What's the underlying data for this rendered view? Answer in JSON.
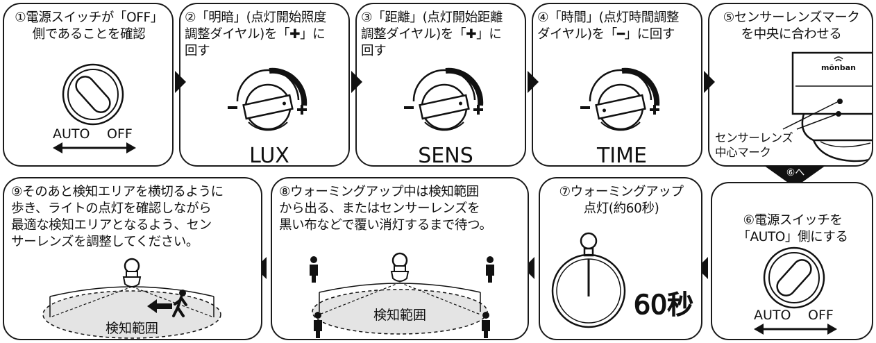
{
  "steps": [
    {
      "text": "①電源スイッチが「OFF」\n側であることを確認",
      "switch_left": "AUTO",
      "switch_right": "OFF"
    },
    {
      "text": "②「明暗」(点灯開始照度\n調整ダイヤル)を「✚」に\n回す",
      "dial_label": "LUX"
    },
    {
      "text": "③「距離」(点灯開始距離\n調整ダイヤル)を「✚」に\n回す",
      "dial_label": "SENS"
    },
    {
      "text": "④「時間」(点灯時間調整\nダイヤル)を「━」に回す",
      "dial_label": "TIME"
    },
    {
      "text": "⑤センサーレンズマーク\nを中央に合わせる",
      "brand": "mōnban",
      "mark_label": "センサーレンズ\n中心マーク"
    },
    {
      "text": "⑥電源スイッチを\n「AUTO」側にする",
      "switch_left": "AUTO",
      "switch_right": "OFF"
    },
    {
      "text": "⑦ウォーミングアップ\n点灯(約60秒)",
      "timer_label": "60秒"
    },
    {
      "text": "⑧ウォーミングアップ中は検知範囲\nから出る、またはセンサーレンズを\n黒い布などで覆い消灯するまで待つ。",
      "zone_label": "検知範囲"
    },
    {
      "text": "⑨そのあと検知エリアを横切るように\n歩き、ライトの点灯を確認しながら\n最適な検知エリアとなるよう、セン\nサーレンズを調整してください。",
      "zone_label": "検知範囲"
    }
  ],
  "connector_label": "⑥へ",
  "icons": [
    "switch-dial-icon",
    "adjust-dial-icon",
    "sensor-light-icon",
    "stopwatch-icon",
    "person-icon",
    "walking-person-icon",
    "left-arrow-icon",
    "chevron-arrow-icon"
  ]
}
